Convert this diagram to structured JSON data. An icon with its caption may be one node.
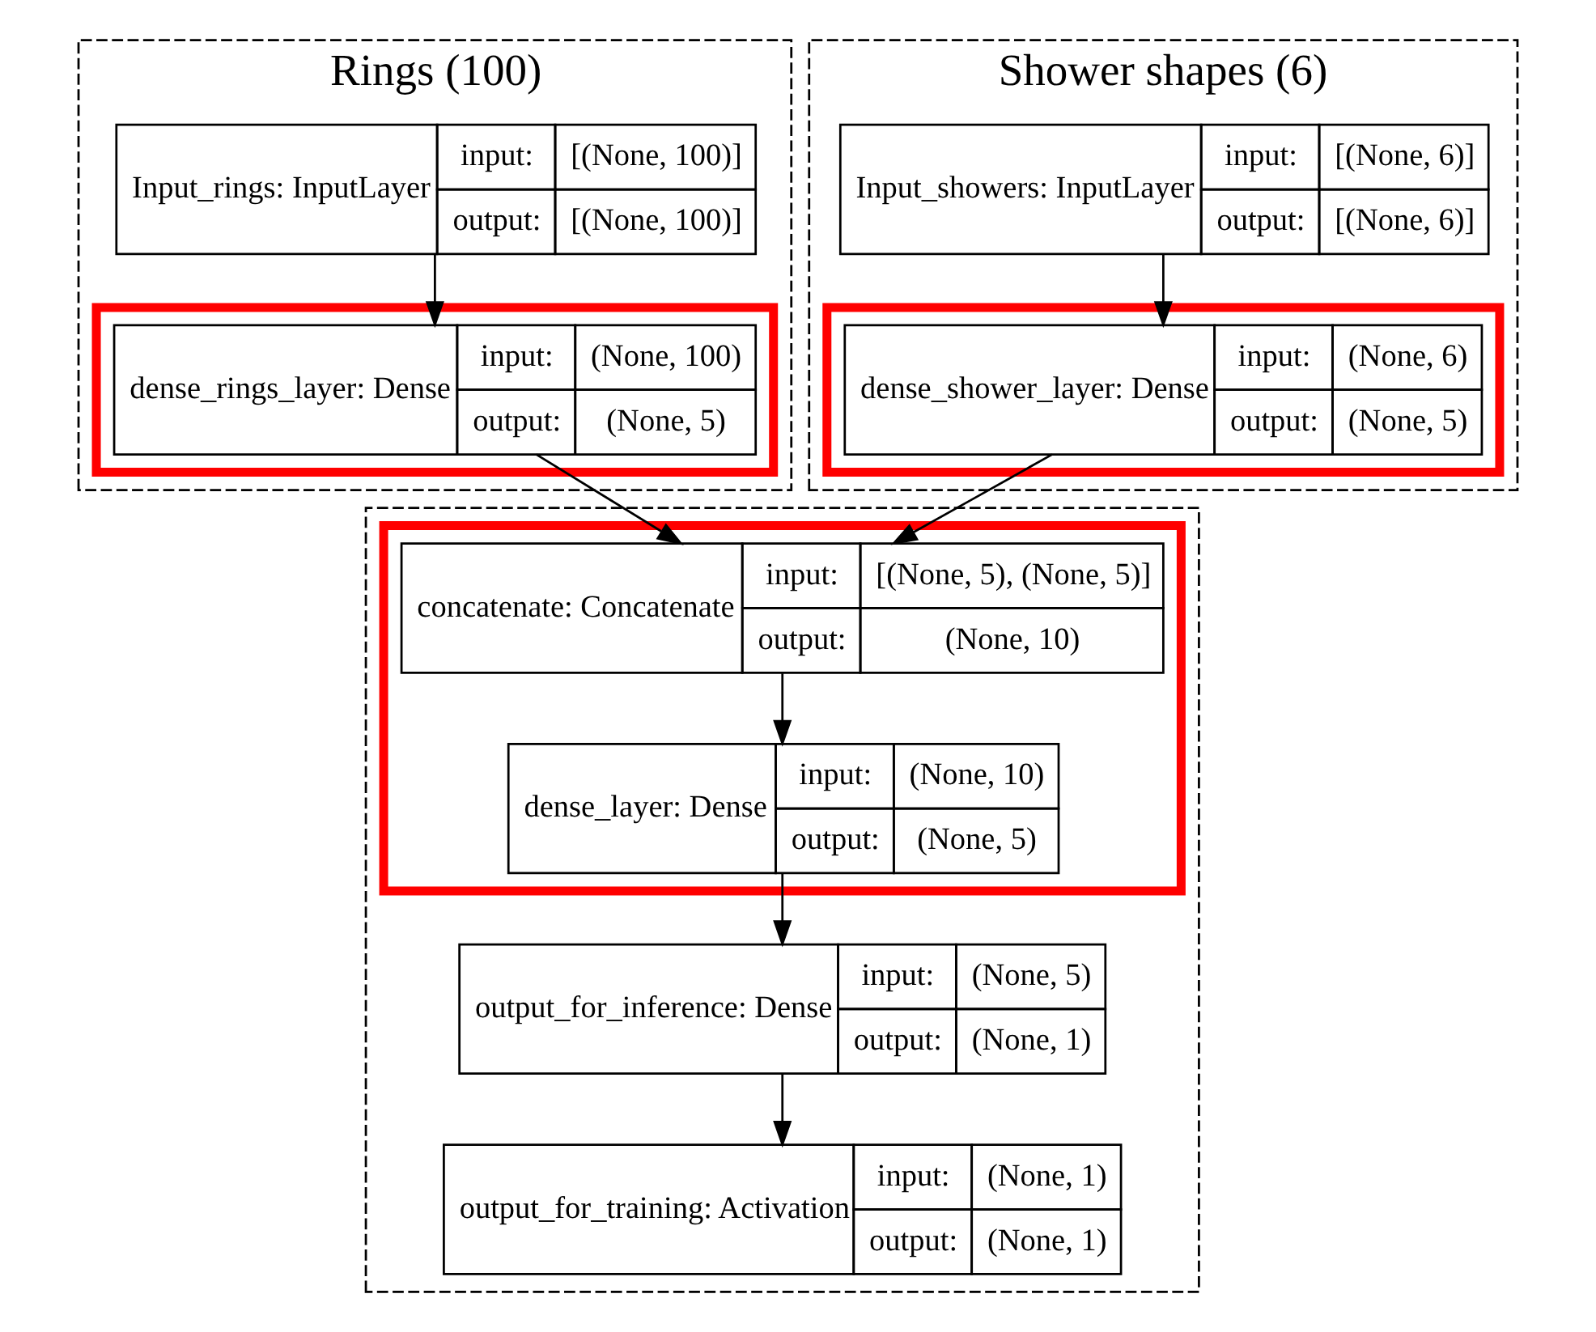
{
  "diagram": {
    "nodes": [
      {
        "text": [
          "Rings (100)"
        ]
      },
      {
        "text": [
          "Input_rings: InputLayer",
          "input:",
          "[(None, 100)]",
          "output:",
          "[(None, 100)]"
        ],
        "in": 0
      },
      {
        "text": [],
        "shape": "box",
        "in": 0
      },
      {
        "text": [
          "dense_rings_layer: Dense",
          "input:",
          "(None, 100)",
          "output:",
          "(None, 5)"
        ],
        "in": 2
      },
      {
        "text": [
          "Shower shapes (6)"
        ]
      },
      {
        "text": [
          "Input_showers: InputLayer",
          "input:",
          "[(None, 6)]",
          "output:",
          "[(None, 6)]"
        ],
        "in": 4
      },
      {
        "text": [],
        "shape": "box",
        "in": 4
      },
      {
        "text": [
          "dense_shower_layer: Dense",
          "input:",
          "(None, 6)",
          "output:",
          "(None, 5)"
        ],
        "in": 6
      },
      {
        "text": [],
        "shape": "box"
      },
      {
        "text": [],
        "shape": "box",
        "in": 8
      },
      {
        "text": [
          "concatenate: Concatenate",
          "input:",
          "[(None, 5), (None, 5)]",
          "output:",
          "(None, 10)"
        ],
        "in": 9
      },
      {
        "text": [
          "dense_layer: Dense",
          "input:",
          "(None, 10)",
          "output:",
          "(None, 5)"
        ],
        "in": 9
      },
      {
        "text": [
          "output_for_inference: Dense",
          "input:",
          "(None, 5)",
          "output:",
          "(None, 1)"
        ],
        "in": 8
      },
      {
        "text": [
          "output_for_training: Activation",
          "input:",
          "(None, 1)",
          "output:",
          "(None, 1)"
        ],
        "in": 8
      }
    ],
    "edges": [
      {
        "from": 1,
        "to": 3,
        "arrow": "to"
      },
      {
        "from": 5,
        "to": 7,
        "arrow": "to"
      },
      {
        "from": 3,
        "to": 10,
        "arrow": "to"
      },
      {
        "from": 7,
        "to": 10,
        "arrow": "to"
      },
      {
        "from": 10,
        "to": 11,
        "arrow": "to"
      },
      {
        "from": 11,
        "to": 12,
        "arrow": "to"
      },
      {
        "from": 12,
        "to": 13,
        "arrow": "to"
      }
    ]
  }
}
